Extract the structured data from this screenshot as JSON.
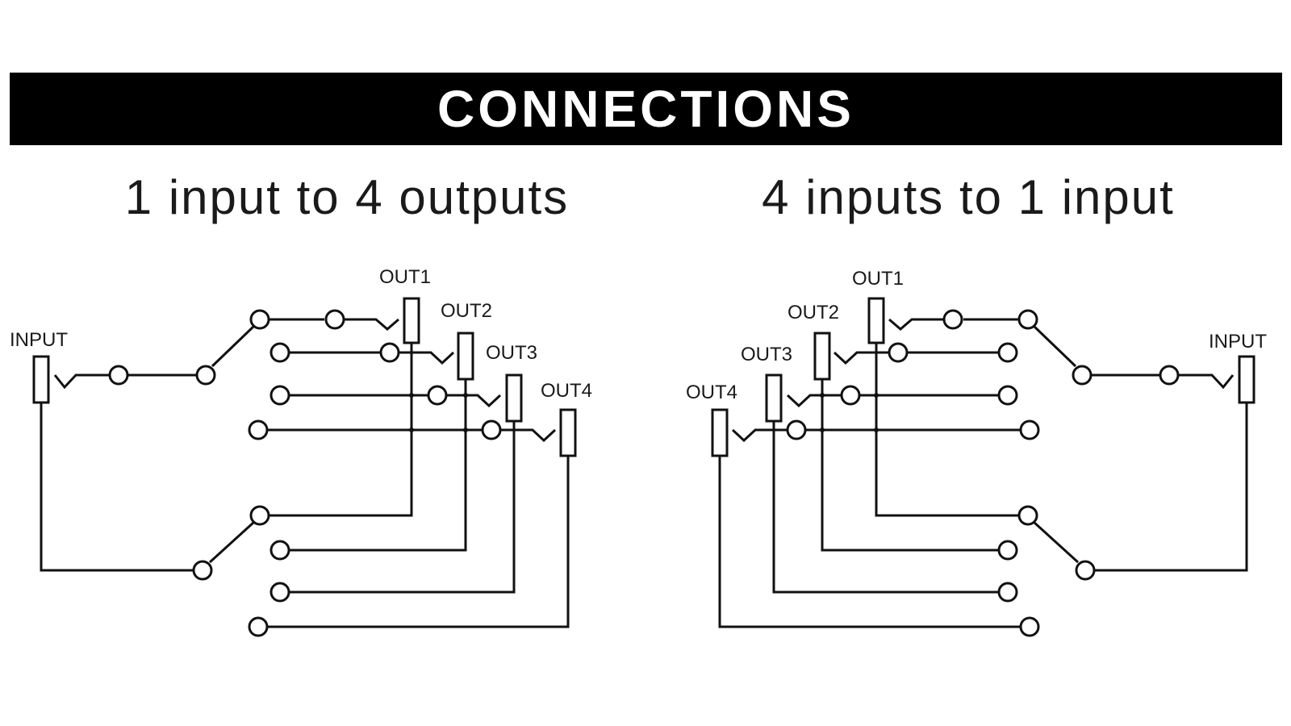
{
  "banner": {
    "title": "CONNECTIONS"
  },
  "left": {
    "subtitle": "1 input to 4 outputs",
    "labels": {
      "input": "INPUT",
      "out1": "OUT1",
      "out2": "OUT2",
      "out3": "OUT3",
      "out4": "OUT4"
    }
  },
  "right": {
    "subtitle": "4 inputs to 1 input",
    "labels": {
      "input": "INPUT",
      "out1": "OUT1",
      "out2": "OUT2",
      "out3": "OUT3",
      "out4": "OUT4"
    }
  }
}
